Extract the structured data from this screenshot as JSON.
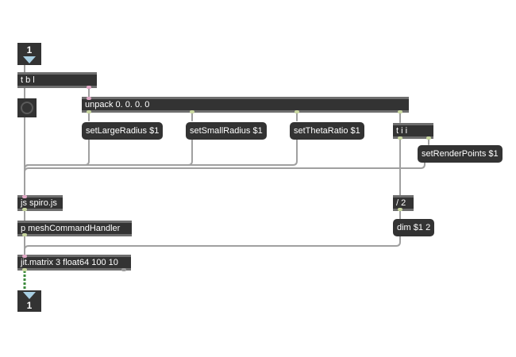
{
  "patch": {
    "inlet": {
      "number": "1"
    },
    "outlet": {
      "number": "1"
    },
    "objects": {
      "tbl": "t b l",
      "unpack": "unpack 0. 0. 0. 0",
      "tii": "t i i",
      "spiro": "js spiro.js",
      "mesh_handler": "p meshCommandHandler",
      "divide": "/ 2",
      "jit_matrix": "jit.matrix 3 float64 100 10"
    },
    "messages": {
      "set_large_radius": "setLargeRadius $1",
      "set_small_radius": "setSmallRadius $1",
      "set_theta_ratio": "setThetaRatio $1",
      "set_render_points": "setRenderPoints $1",
      "dim": "dim $1 2"
    },
    "colors": {
      "object_bg": "#333333",
      "cord": "#a0a0a0",
      "matrix_cord": "#3b8a3b",
      "inlet_arrow": "#a9cfe3"
    }
  }
}
